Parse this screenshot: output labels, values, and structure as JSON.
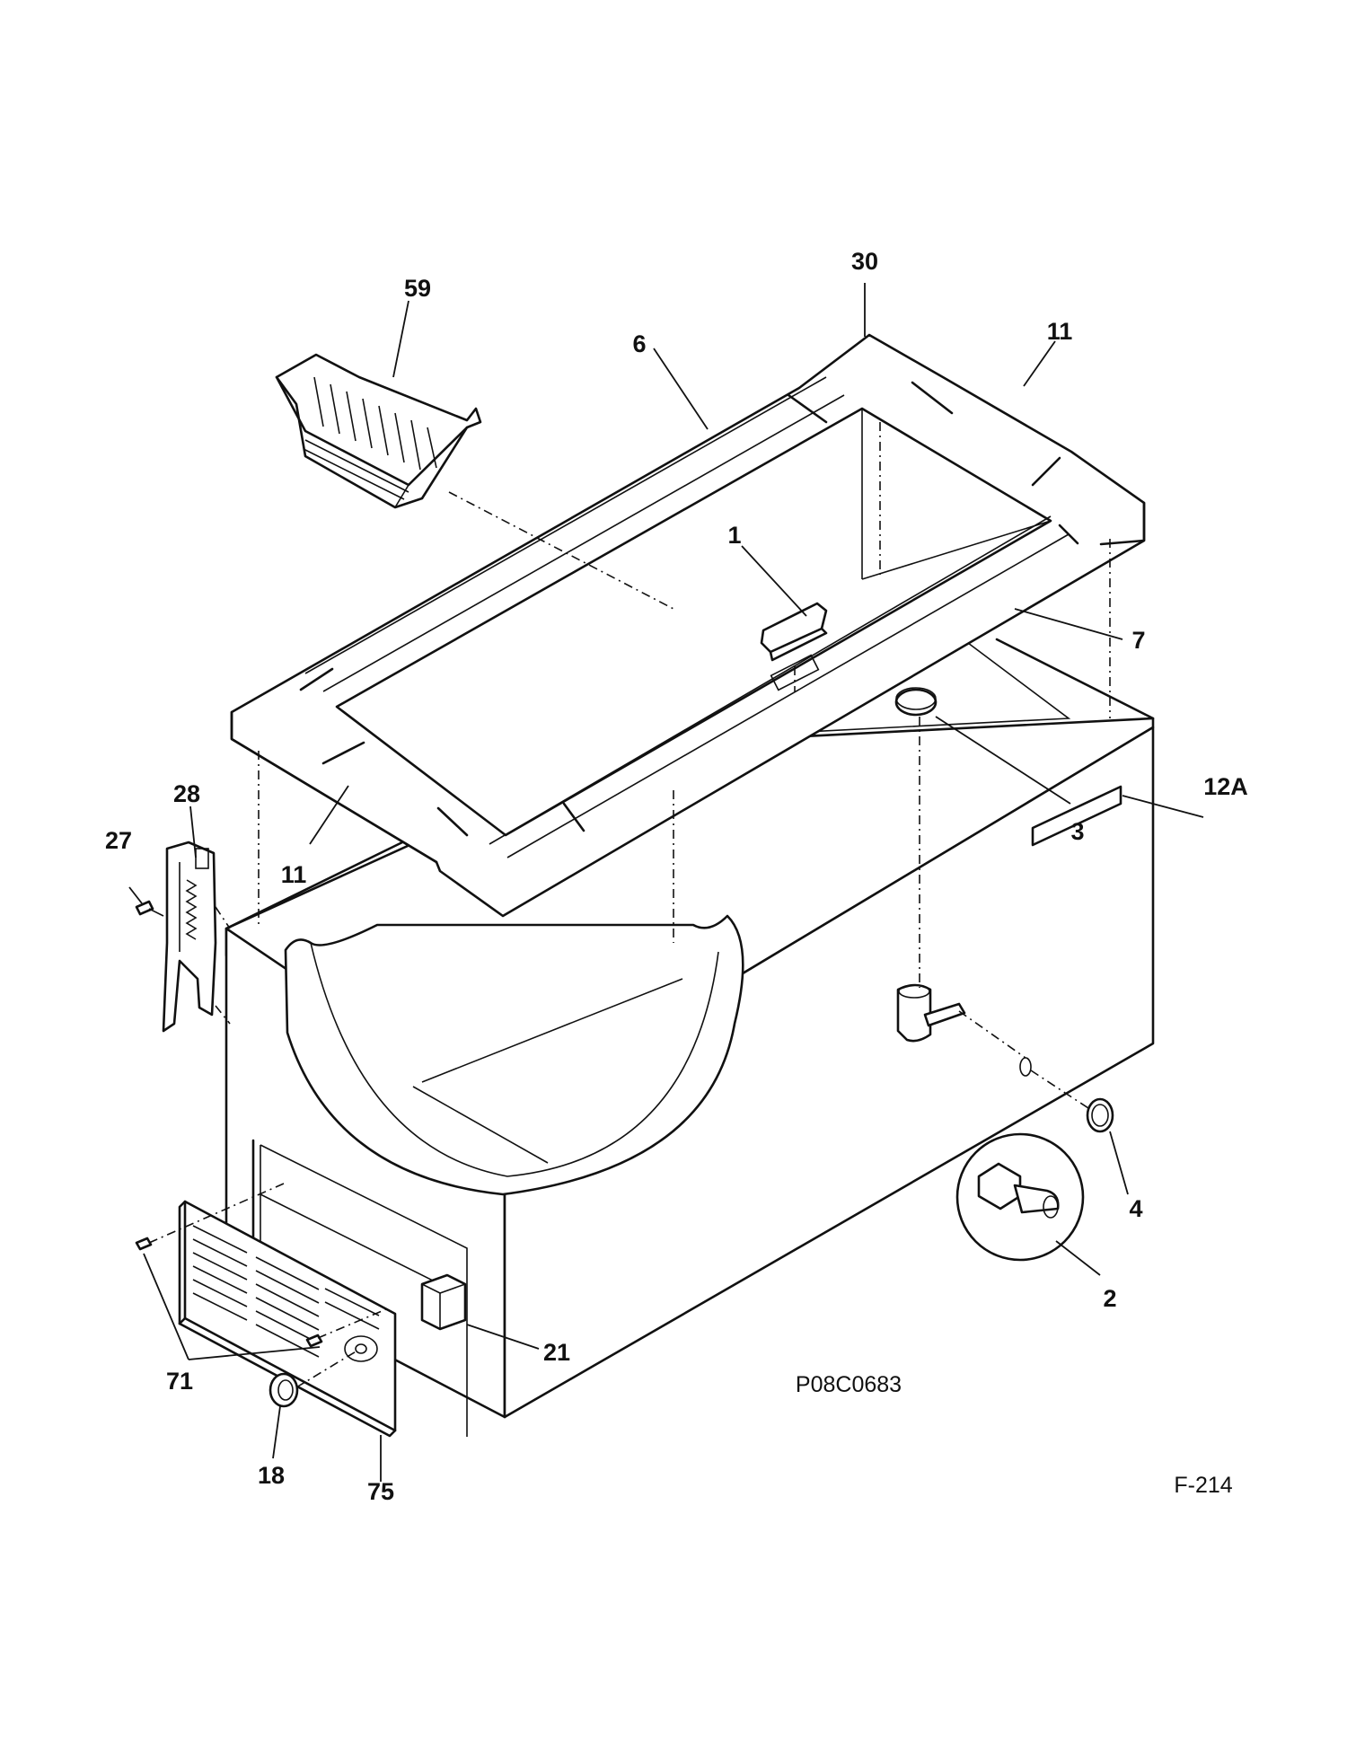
{
  "callouts": {
    "c30": "30",
    "c59": "59",
    "c6": "6",
    "c11_top": "11",
    "c1": "1",
    "c7": "7",
    "c12a": "12A",
    "c3": "3",
    "c28": "28",
    "c27": "27",
    "c11_left": "11",
    "c4": "4",
    "c2": "2",
    "c21": "21",
    "c71": "71",
    "c18": "18",
    "c75": "75"
  },
  "diagram_code": "P08C0683",
  "page_code": "F-214"
}
